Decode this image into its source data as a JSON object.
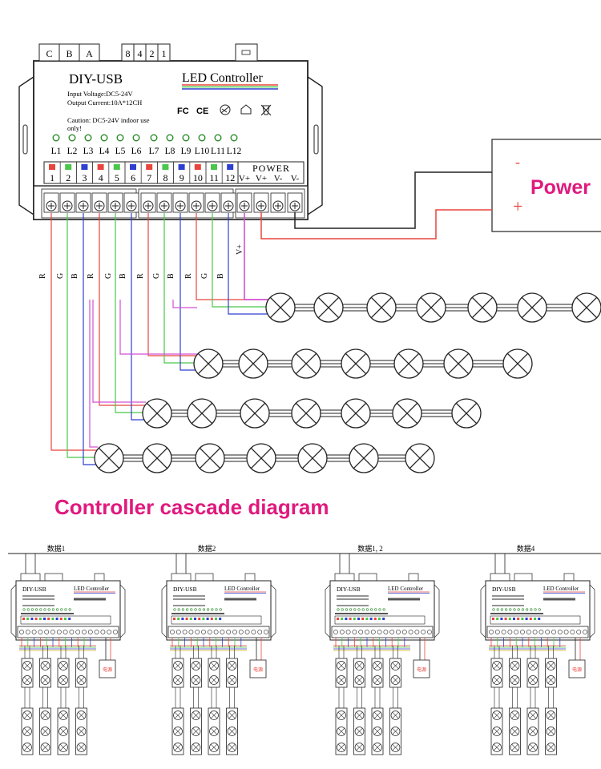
{
  "controller": {
    "brand": "DIY-USB",
    "title": "LED Controller",
    "spec_voltage": "Input Voltage:DC5-24V",
    "spec_current": "Output Current:10A*12CH",
    "caution_line1": "Caution: DC5-24V indoor use",
    "caution_line2": "only!",
    "cert_fc": "FC",
    "cert_ce": "CE",
    "top_left_pins": [
      "C",
      "B",
      "A"
    ],
    "top_dip_pins": [
      "8",
      "4",
      "2",
      "1"
    ],
    "channel_leds": [
      "L1",
      "L2",
      "L3",
      "L4",
      "L5",
      "L6",
      "L7",
      "L8",
      "L9",
      "L10",
      "L11",
      "L12"
    ],
    "channel_numbers": [
      "1",
      "2",
      "3",
      "4",
      "5",
      "6",
      "7",
      "8",
      "9",
      "10",
      "11",
      "12"
    ],
    "power_label": "POWER",
    "power_terms": [
      "V+",
      "V+",
      "V-",
      "V-"
    ]
  },
  "power_supply": {
    "label": "Power",
    "minus": "-",
    "plus": "+"
  },
  "wire_labels": [
    "R",
    "G",
    "B",
    "R",
    "G",
    "B",
    "R",
    "G",
    "B",
    "R",
    "G",
    "B"
  ],
  "vplus_label": "V+",
  "colors": {
    "red": "#e8453c",
    "green": "#49c74a",
    "blue": "#2f3fd0",
    "magenta": "#d24fd6",
    "dark": "#222222",
    "accent": "#e0197d"
  },
  "cascade_title": "Controller cascade diagram",
  "cascade_labels": [
    "数据1",
    "数据2",
    "数据1, 2",
    "数据4"
  ],
  "cascade_psu_label": "电源"
}
